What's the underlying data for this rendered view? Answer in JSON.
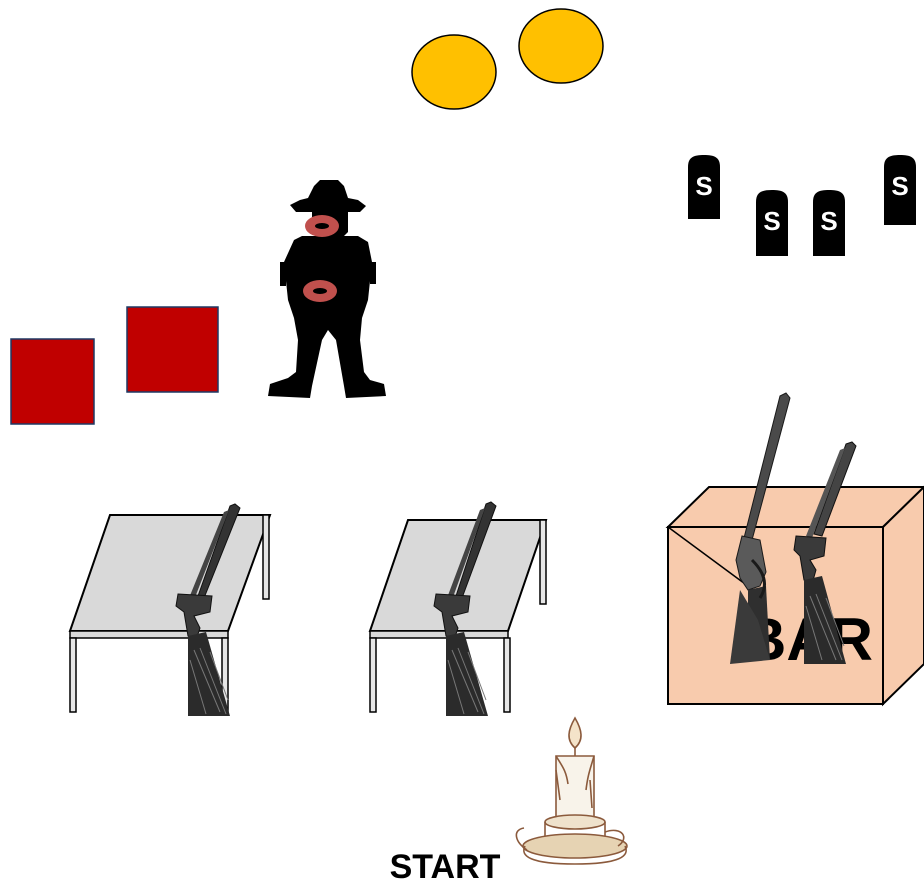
{
  "stage": {
    "start_label": "START",
    "barrel_label": "BAR",
    "tombstone_letter": "S",
    "tombstone_count": 4,
    "colors": {
      "coin_fill": "#FFC000",
      "target_fill": "#C00000",
      "barrel_fill": "#F8CBAD",
      "table_fill": "#D9D9D9",
      "silhouette": "#000000",
      "hit_zone": "#C0504D",
      "candle": "#8B5A3C"
    },
    "icons": {
      "coin": "coin-icon",
      "target": "steel-target-icon",
      "silhouette": "cowboy-target-icon",
      "tombstone": "tombstone-icon",
      "table": "table-icon",
      "shotgun": "shotgun-icon",
      "rifle": "rifle-icon",
      "barrel": "barrel-icon",
      "candle": "candle-icon"
    }
  }
}
